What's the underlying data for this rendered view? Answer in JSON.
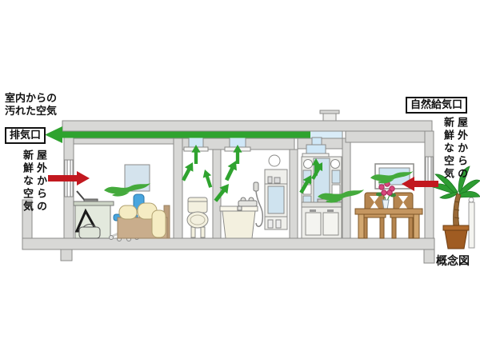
{
  "diagram": {
    "caption": "概念図",
    "labels": {
      "dirty_air_from_indoors": "室内からの\n汚れた空気",
      "exhaust_port": "排気口",
      "fresh_air_from_outdoors_left": "屋外からの\n新鮮な空気",
      "natural_supply_port": "自然給気口",
      "fresh_air_from_outdoors_right": "屋外からの\n新鮮な空気"
    },
    "colors": {
      "exhaust_arrow_green": "#2fa32f",
      "airflow_swoosh_green": "#44aa3c",
      "supply_arrow_red": "#c2181f",
      "duct_blue": "#d9ecf8",
      "wall_gray": "#d8d8d6",
      "outline_gray": "#8b8b89"
    }
  }
}
